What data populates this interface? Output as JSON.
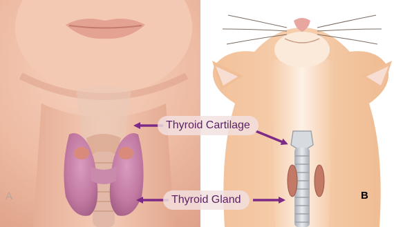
{
  "labels": {
    "cartilage": "Thyroid Cartilage",
    "gland": "Thyroid Gland"
  },
  "panels": {
    "human": "A",
    "cat": "B"
  },
  "colors": {
    "arrow": "#7d2a86",
    "label_text": "#5b1f63",
    "human_skin": "#f0c3ad",
    "cat_fur": "#efb98a",
    "gland_pink": "#c27aa2",
    "cat_gland": "#c27966",
    "trachea": "#c9cdd2"
  }
}
